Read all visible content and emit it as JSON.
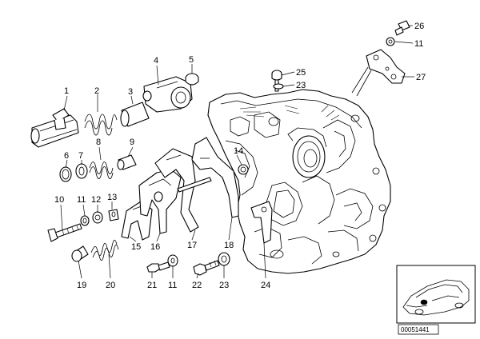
{
  "labels": {
    "l1": "1",
    "l2": "2",
    "l3": "3",
    "l4": "4",
    "l5": "5",
    "l6": "6",
    "l7": "7",
    "l8": "8",
    "l9": "9",
    "l10": "10",
    "l11a": "11",
    "l12": "12",
    "l13": "13",
    "l14": "14",
    "l15": "15",
    "l16": "16",
    "l17": "17",
    "l18": "18",
    "l19": "19",
    "l20": "20",
    "l21": "21",
    "l11b": "11",
    "l22": "22",
    "l23a": "23",
    "l24": "24",
    "l25": "25",
    "l23b": "23",
    "l26": "26",
    "l11c": "11",
    "l27": "27"
  },
  "diagram_id": "00051441"
}
